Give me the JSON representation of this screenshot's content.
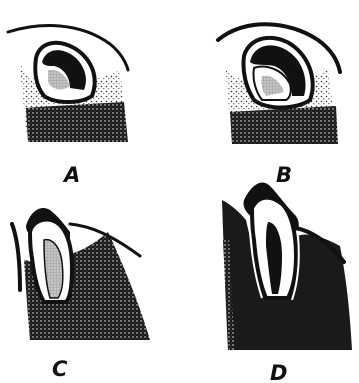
{
  "figure": {
    "panels": [
      {
        "label": "A"
      },
      {
        "label": "B"
      },
      {
        "label": "C"
      },
      {
        "label": "D"
      }
    ]
  },
  "colors": {
    "ink": "#111111",
    "bone": "#1a1a1a",
    "paper": "#ffffff",
    "pulp_stipple": "#8a8a8a"
  }
}
